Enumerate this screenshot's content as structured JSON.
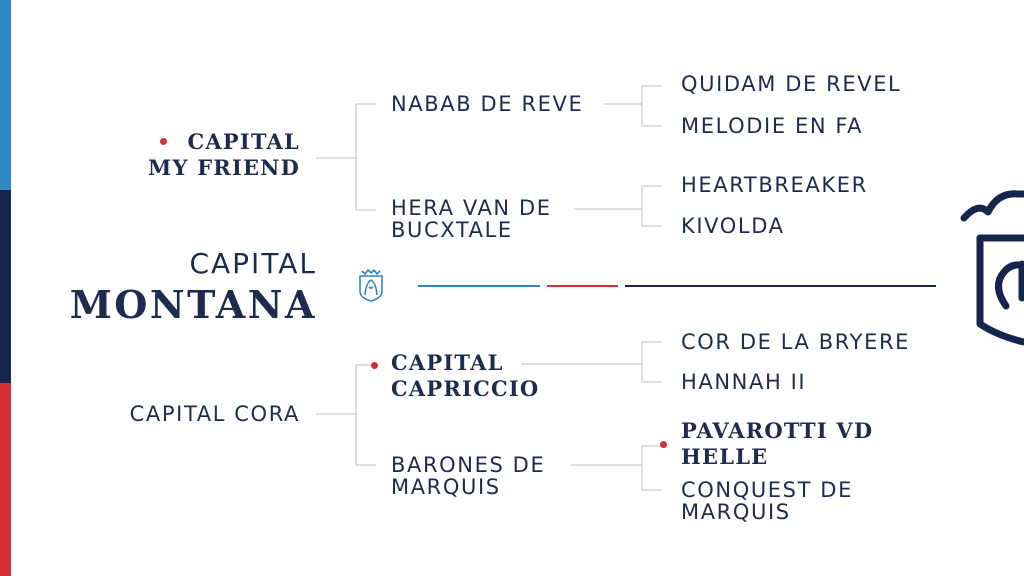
{
  "horse": {
    "name_line1": "CAPITAL",
    "name_line2": "MONTANA"
  },
  "sire": {
    "name_line1": "CAPITAL",
    "name_line2": "MY FRIEND",
    "sire": "NABAB DE REVE",
    "dam_line1": "HERA VAN DE",
    "dam_line2": "BUCXTALE",
    "sire_sire": "QUIDAM DE REVEL",
    "sire_dam": "MELODIE EN FA",
    "dam_sire": "HEARTBREAKER",
    "dam_dam": "KIVOLDA"
  },
  "dam": {
    "name": "CAPITAL CORA",
    "sire_line1": "CAPITAL",
    "sire_line2": "CAPRICCIO",
    "dam_line1": "BARONES DE",
    "dam_line2": "MARQUIS",
    "sire_sire": "COR DE LA BRYERE",
    "sire_dam": "HANNAH II",
    "dam_sire_line1": "PAVAROTTI VD",
    "dam_sire_line2": "HELLE",
    "dam_dam_line1": "CONQUEST DE",
    "dam_dam_line2": "MARQUIS"
  },
  "colors": {
    "navy": "#17254d",
    "blue": "#2f86c6",
    "red": "#d4303a",
    "line_gray": "#b8bcc6"
  }
}
